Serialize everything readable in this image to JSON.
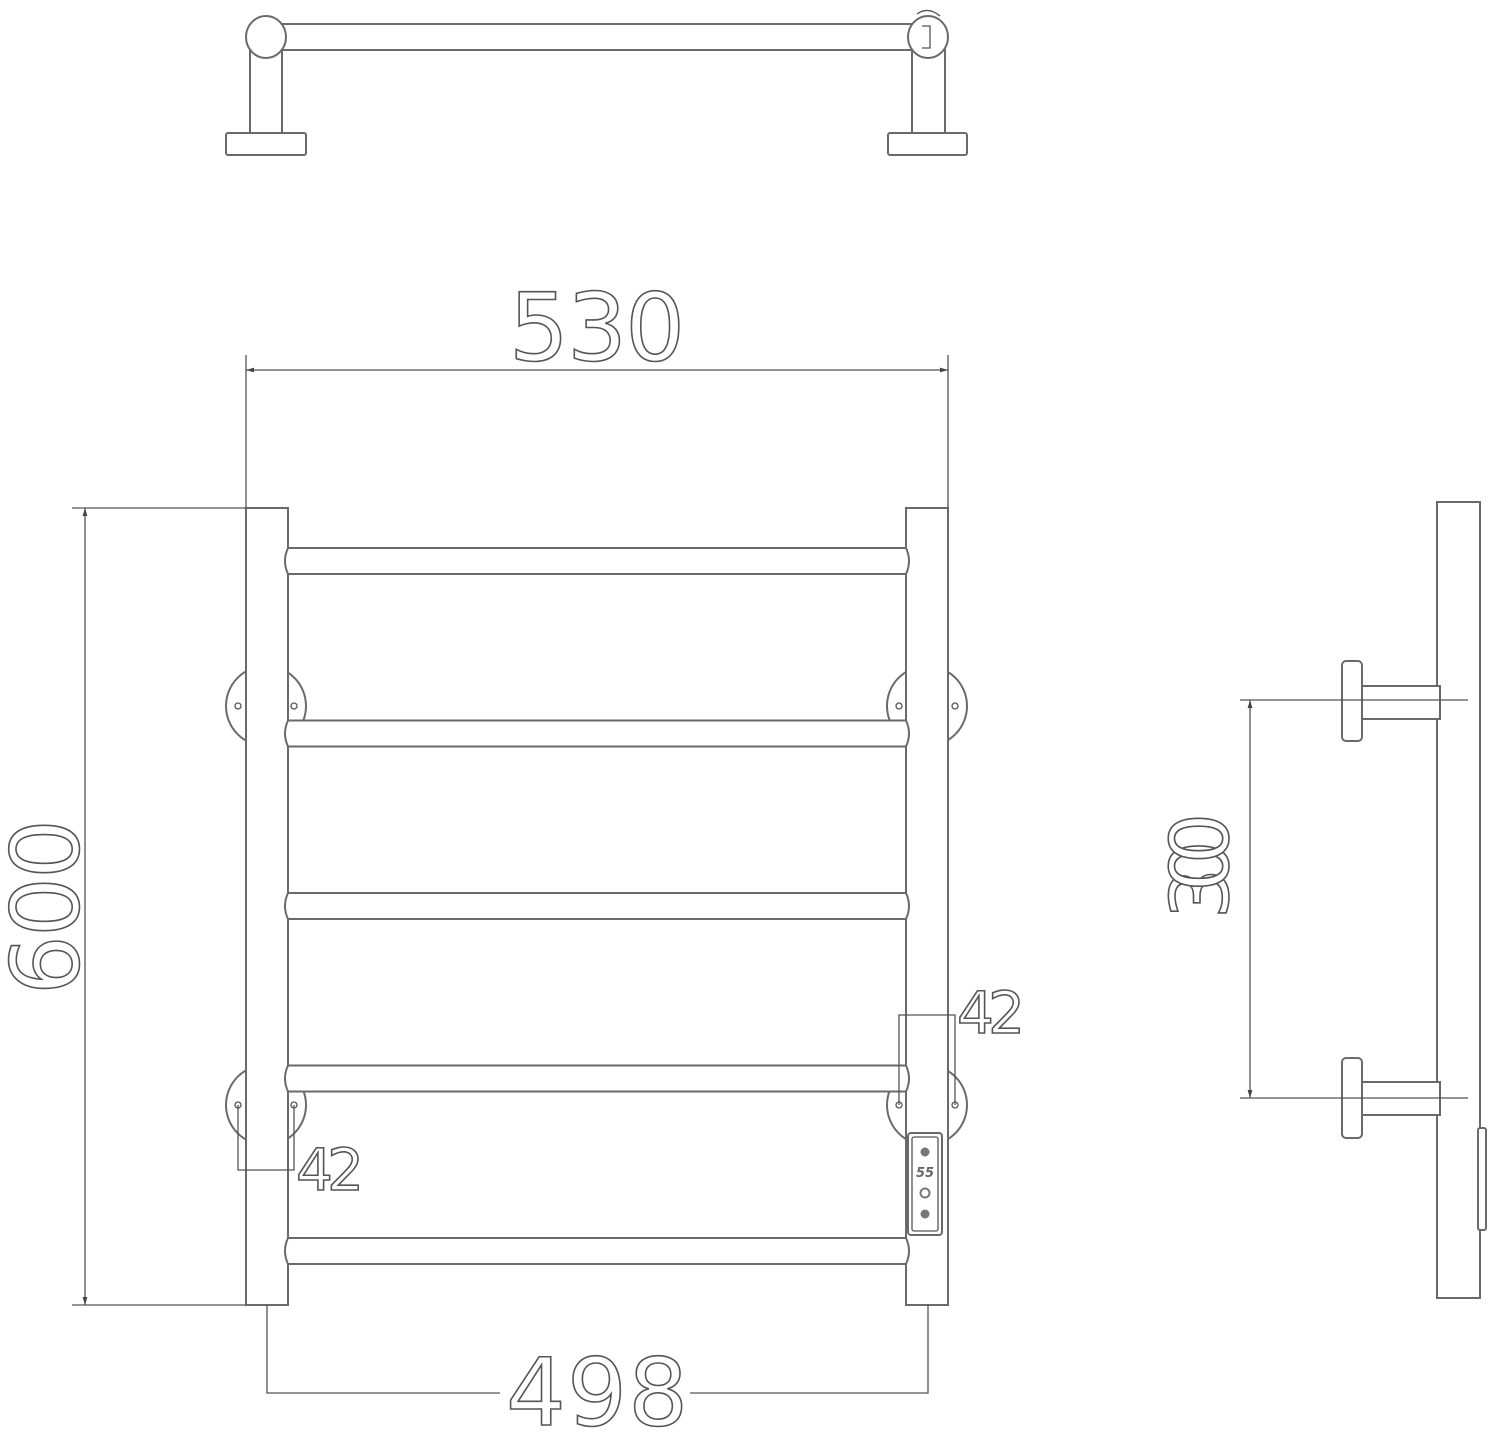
{
  "drawing": {
    "views": [
      "top-view",
      "front-view",
      "side-view"
    ],
    "dimensions": {
      "overall_width": "530",
      "overall_height": "600",
      "mounting_spacing_vertical": "300",
      "pipe_center_width": "498",
      "mount_hole_left": "42",
      "mount_hole_right": "42"
    },
    "rung_count": 5,
    "control_panel": {
      "display": "55",
      "icons": [
        "power-icon",
        "timer-icon",
        "mode-icon"
      ]
    }
  }
}
